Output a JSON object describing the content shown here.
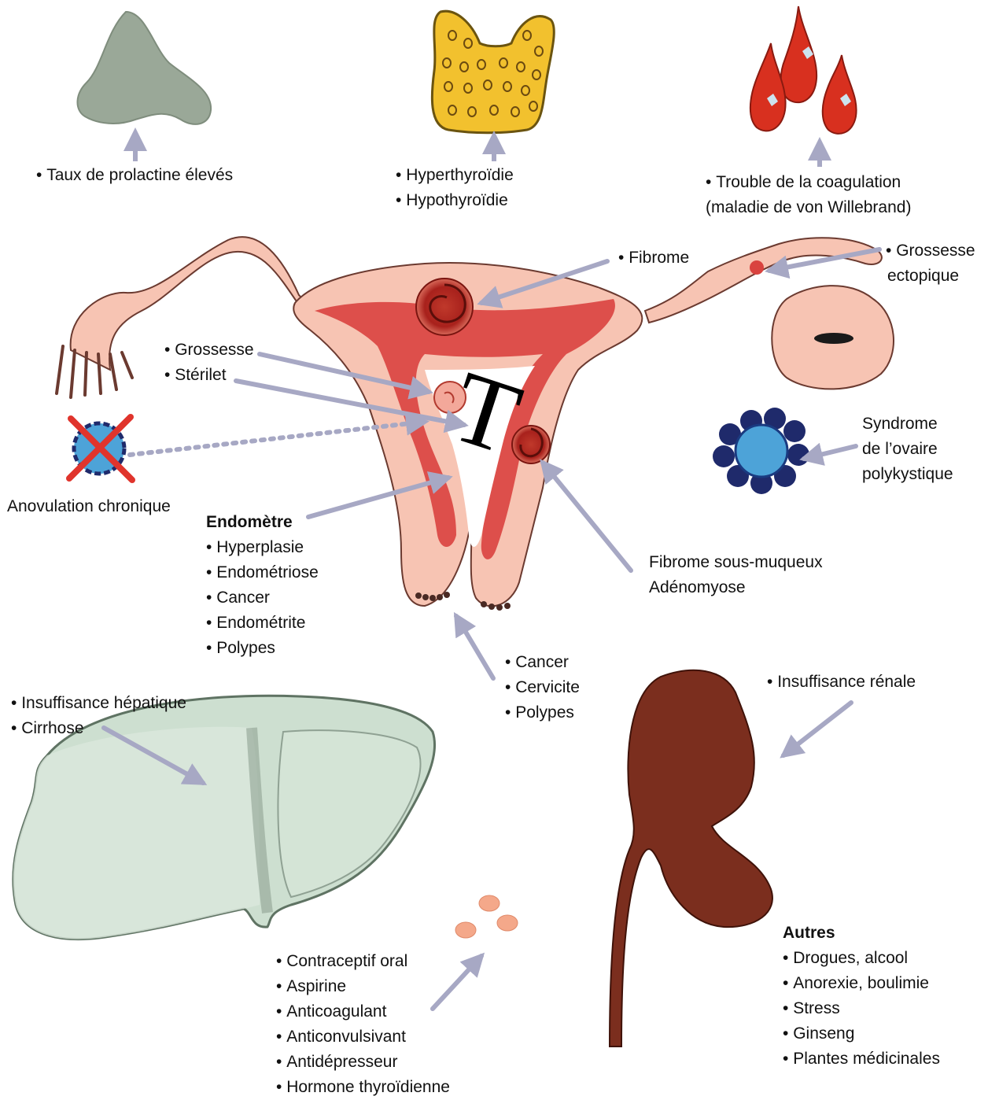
{
  "labels": {
    "prolactin": [
      "Taux de prolactine élevés"
    ],
    "thyroid": [
      "Hyperthyroïdie",
      "Hypothyroïdie"
    ],
    "coagulation": [
      "Trouble de la coagulation",
      "(maladie de von Willebrand)"
    ],
    "fibroid": [
      "Fibrome"
    ],
    "ectopic": [
      "Grossesse",
      "ectopique"
    ],
    "pregnancy_iud": [
      "Grossesse",
      "Stérilet"
    ],
    "anovulation": "Anovulation chronique",
    "pcos": [
      "Syndrome",
      "de l’ovaire",
      "polykystique"
    ],
    "endometrium": {
      "title": "Endomètre",
      "items": [
        "Hyperplasie",
        "Endométriose",
        "Cancer",
        "Endométrite",
        "Polypes"
      ]
    },
    "submucous": [
      "Fibrome sous-muqueux",
      "Adénomyose"
    ],
    "cervix": [
      "Cancer",
      "Cervicite",
      "Polypes"
    ],
    "liver": [
      "Insuffisance hépatique",
      "Cirrhose"
    ],
    "kidney": [
      "Insuffisance rénale"
    ],
    "medications": [
      "Contraceptif oral",
      "Aspirine",
      "Anticoagulant",
      "Anticonvulsivant",
      "Antidépresseur",
      "Hormone thyroïdienne"
    ],
    "others": {
      "title": "Autres",
      "items": [
        "Drogues, alcool",
        "Anorexie, boulimie",
        "Stress",
        "Ginseng",
        "Plantes médicinales"
      ]
    }
  },
  "iud_letter": "T",
  "colors": {
    "arrow": "#a7a8c4",
    "uterus_pink": "#f7c4b3",
    "endometrium_red": "#d9433f",
    "fibroid_dark": "#a8211c",
    "pituitary_gray": "#9aa898",
    "thyroid_yellow": "#f2c12e",
    "blood_red": "#d8301f",
    "liver_green": "#cddfd0",
    "kidney_brown": "#7b2e1e",
    "pcos_blue": "#4da3d8",
    "pcos_navy": "#1f2a6b",
    "pill_salmon": "#f4a88a",
    "cross_red": "#e0342c"
  },
  "icons": [
    "pituitary-icon",
    "thyroid-icon",
    "blood-drops-icon",
    "uterus-illustration",
    "ovary-icon",
    "pcos-ovary-icon",
    "anovulation-follicle-icon",
    "liver-illustration",
    "kidney-illustration",
    "pills-icon",
    "iud-icon"
  ]
}
